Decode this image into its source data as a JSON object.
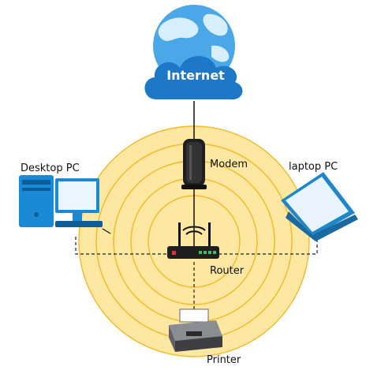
{
  "labels": {
    "internet": "Internet",
    "modem": "Modem",
    "router": "Router",
    "desktop": "Desktop PC",
    "laptop": "laptop PC",
    "printer": "Printer"
  },
  "colors": {
    "signal_fill": "#fde7a1",
    "signal_ring": "#f5b825",
    "cloud": "#1e78c8",
    "globe_water": "#4aa8e8",
    "globe_land": "#d7eefc",
    "device_dark": "#1f1f1f",
    "router_led": "#39c16a",
    "pc_blue": "#1a8ad6",
    "laptop_blue": "#1f86c9",
    "printer_gray": "#8a8d91"
  }
}
